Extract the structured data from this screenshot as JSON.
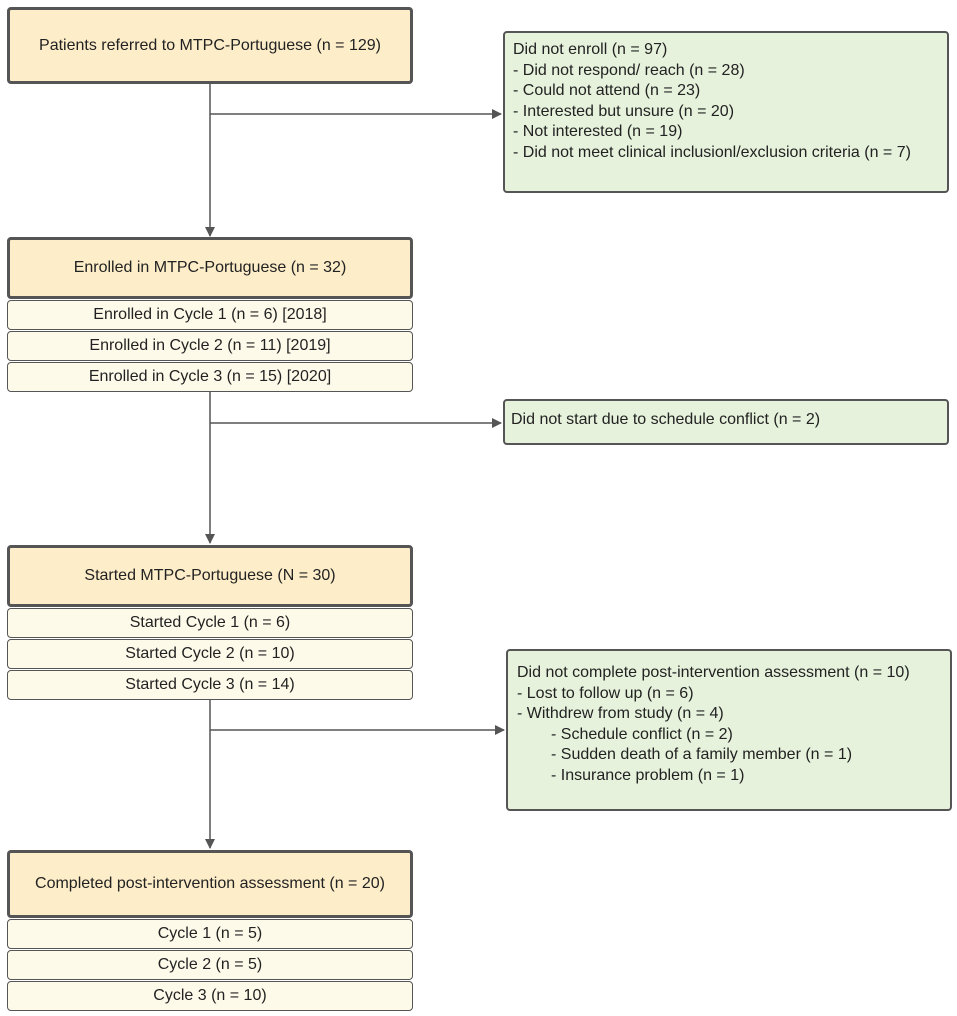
{
  "colors": {
    "main_fill": "#fdeec9",
    "sub_fill": "#fefaea",
    "side_fill": "#e6f2dc",
    "stroke": "#555555"
  },
  "referred": {
    "label": "Patients referred to MTPC-Portuguese (n = 129)"
  },
  "did_not_enroll": {
    "title": "Did not enroll (n = 97)",
    "reasons": [
      "- Did not respond/ reach (n = 28)",
      "- Could not attend (n = 23)",
      "- Interested but unsure (n = 20)",
      "- Not interested (n = 19)",
      "- Did not meet clinical inclusionl/exclusion criteria (n = 7)"
    ]
  },
  "enrolled": {
    "label": "Enrolled in MTPC-Portuguese (n = 32)",
    "cycles": [
      "Enrolled in Cycle 1 (n = 6) [2018]",
      "Enrolled in Cycle 2 (n = 11) [2019]",
      "Enrolled in Cycle 3 (n = 15) [2020]"
    ]
  },
  "did_not_start": {
    "label": "Did not start due to schedule conflict (n = 2)"
  },
  "started": {
    "label": "Started MTPC-Portuguese (N = 30)",
    "cycles": [
      "Started Cycle 1 (n = 6)",
      "Started Cycle 2 (n = 10)",
      "Started Cycle 3 (n = 14)"
    ]
  },
  "did_not_complete": {
    "title": "Did not complete post-intervention assessment (n = 10)",
    "reasons": [
      "- Lost to follow up (n = 6)",
      "- Withdrew from study (n = 4)"
    ],
    "withdrew_reasons": [
      "- Schedule conflict (n = 2)",
      "- Sudden death of a family member (n = 1)",
      "- Insurance problem (n = 1)"
    ]
  },
  "completed": {
    "label": "Completed post-intervention assessment (n = 20)",
    "cycles": [
      "Cycle 1 (n = 5)",
      "Cycle 2 (n = 5)",
      "Cycle 3 (n = 10)"
    ]
  }
}
